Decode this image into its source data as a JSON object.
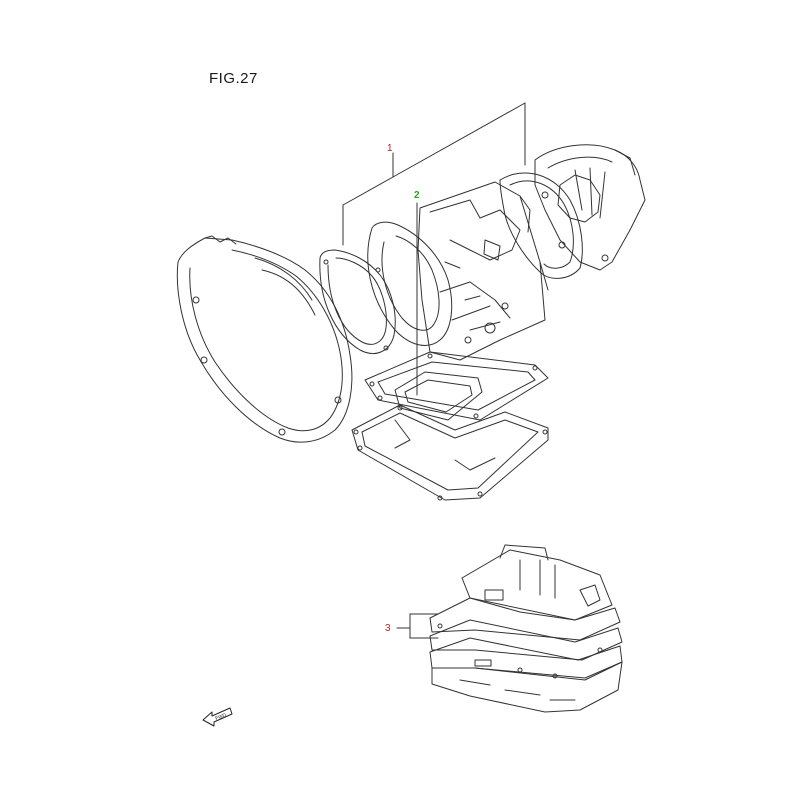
{
  "figure": {
    "title": "FIG.27"
  },
  "callouts": [
    {
      "number": "1",
      "color": "#b22222"
    },
    {
      "number": "2",
      "color": "#22aa22"
    },
    {
      "number": "3",
      "color": "#b22222"
    }
  ],
  "fwd_arrow": {
    "label": "FWD",
    "icon": "fwd-direction-arrow-icon"
  },
  "colors": {
    "line": "#333333",
    "callout_red": "#b22222",
    "callout_green": "#22aa22"
  }
}
